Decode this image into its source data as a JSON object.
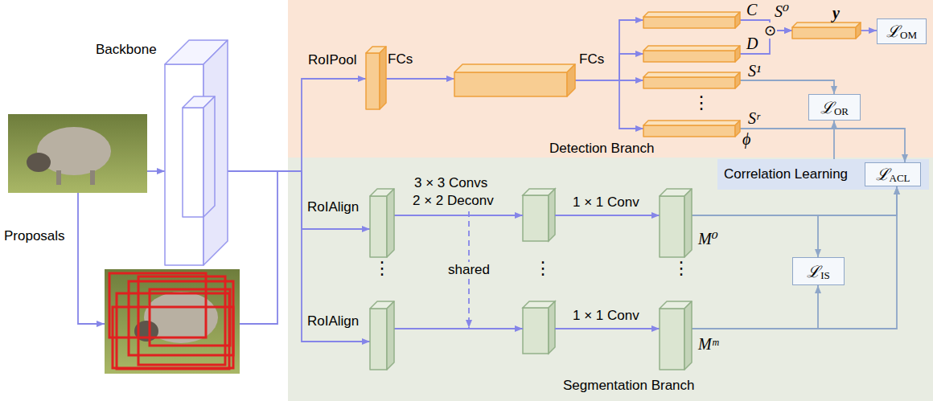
{
  "diagram": {
    "nodes": [
      {
        "text": [
          "Backbone"
        ]
      },
      {
        "text": [
          "Detection Branch"
        ]
      },
      {
        "text": [
          "RoIPool"
        ],
        "in": 1
      },
      {
        "text": [
          "FCs"
        ],
        "in": 1
      },
      {
        "text": [
          "C"
        ],
        "in": 1
      },
      {
        "text": [
          "D"
        ],
        "in": 1
      },
      {
        "text": [
          "S¹"
        ],
        "in": 1
      },
      {
        "text": [
          "Sʳ"
        ],
        "in": 1
      },
      {
        "text": [
          "y"
        ],
        "in": 1
      },
      {
        "text": [
          "ℒ",
          "OM"
        ],
        "in": 1
      },
      {
        "text": [
          "ℒ",
          "OR"
        ],
        "in": 1
      },
      {
        "text": [
          "Correlation Learning"
        ]
      },
      {
        "text": [
          "ℒ",
          "ACL"
        ],
        "in": 11
      },
      {
        "text": [
          "Segmentation Branch"
        ]
      },
      {
        "text": [
          "RoIAlign"
        ],
        "in": 13
      },
      {
        "text": [
          "RoIAlign"
        ],
        "in": 13
      },
      {
        "text": [
          "M⁰"
        ],
        "in": 13
      },
      {
        "text": [
          "Mᵐ"
        ],
        "in": 13
      },
      {
        "text": [
          "ℒ",
          "IS"
        ],
        "in": 13
      }
    ],
    "edges": [
      {
        "from": 0,
        "to": 2,
        "arrow": "to"
      },
      {
        "from": 0,
        "to": 14,
        "arrow": "to"
      },
      {
        "from": 0,
        "to": 15,
        "arrow": "to"
      },
      {
        "from": 2,
        "to": 3,
        "arrow": "to"
      },
      {
        "from": 3,
        "to": 4,
        "arrow": "to"
      },
      {
        "from": 3,
        "to": 5,
        "arrow": "to"
      },
      {
        "from": 3,
        "to": 6,
        "arrow": "to"
      },
      {
        "from": 3,
        "to": 7,
        "arrow": "to"
      },
      {
        "from": 4,
        "to": 8,
        "arrow": "to"
      },
      {
        "from": 5,
        "to": 8,
        "arrow": "to"
      },
      {
        "from": 8,
        "to": 9,
        "arrow": "to"
      },
      {
        "from": 6,
        "to": 10,
        "arrow": "to"
      },
      {
        "from": 7,
        "to": 12,
        "arrow": "to"
      },
      {
        "from": 11,
        "to": 10,
        "arrow": "to"
      },
      {
        "from": 16,
        "to": 18,
        "arrow": "to"
      },
      {
        "from": 16,
        "to": 12,
        "arrow": "to"
      },
      {
        "from": 17,
        "to": 18,
        "arrow": "to"
      },
      {
        "from": 17,
        "to": 12,
        "arrow": "to"
      }
    ],
    "labels": [
      "Proposals",
      "FCs",
      "S⁰",
      "⊙",
      "ϕ",
      "⋮",
      "3 × 3 Convs",
      "2 × 2 Deconv",
      "1 × 1 Conv",
      "1 × 1 Conv",
      "shared",
      "⋮",
      "⋮",
      "⋮"
    ]
  }
}
